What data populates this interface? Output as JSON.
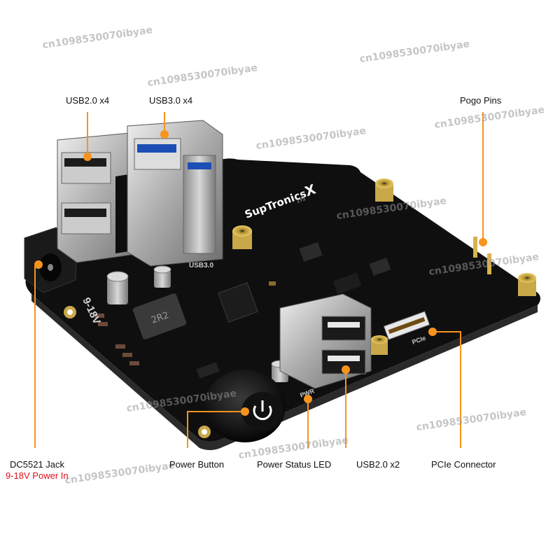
{
  "labels": {
    "usb2_x4": "USB2.0 x4",
    "usb3_x4": "USB3.0 x4",
    "pogo_pins": "Pogo Pins",
    "dc_jack": "DC5521 Jack",
    "power_in": "9-18V Power In",
    "power_button": "Power Button",
    "power_status_led": "Power Status LED",
    "usb2_x2": "USB2.0 x2",
    "pcie_connector": "PCIe Connector"
  },
  "board": {
    "brand": "SupTronics",
    "brand_x": "X",
    "model": "2Y5",
    "silk_usb3": "USB3.0",
    "silk_pcie": "PCIe",
    "silk_pwr": "PWR",
    "silk_voltage": "9-18V",
    "inductor_mark": "2R2"
  },
  "watermark": "cn1098530070ibyae",
  "colors": {
    "accent": "#f7941d",
    "pcb": "#141414",
    "red_text": "#e0101a"
  }
}
